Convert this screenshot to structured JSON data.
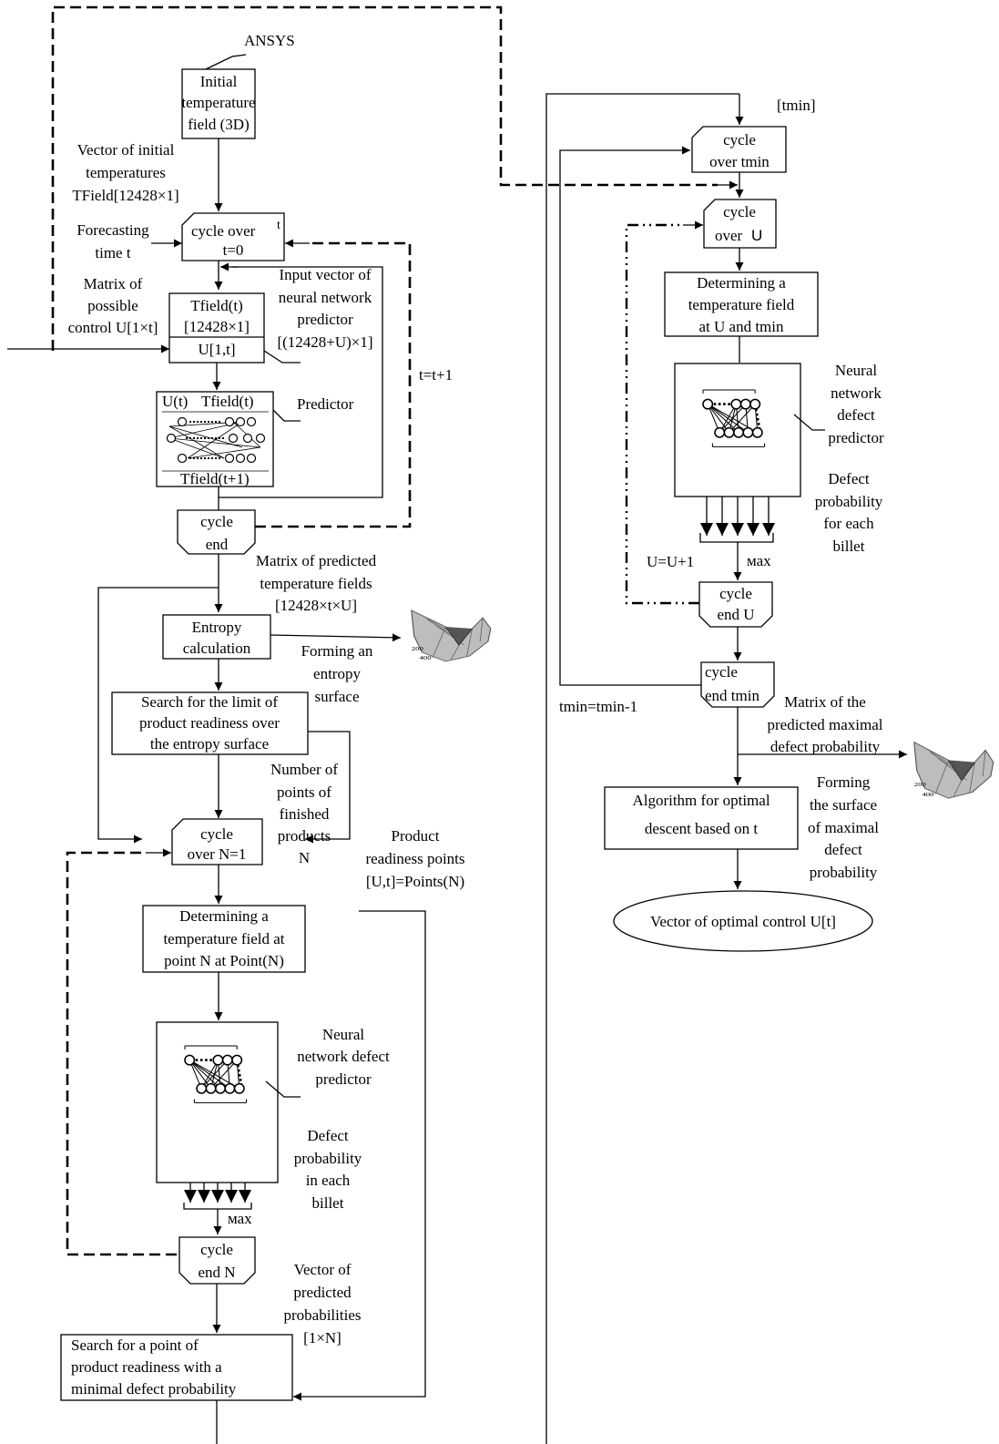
{
  "labels": {
    "ansys": "ANSYS",
    "initial_field": [
      "Initial",
      "temperature",
      "field (3D)"
    ],
    "vector_initial": [
      "Vector of initial",
      "temperatures",
      "TField[12428×1]"
    ],
    "forecasting_time": [
      "Forecasting",
      "time t"
    ],
    "cycle_over_t": [
      "cycle over",
      "t",
      "t=0"
    ],
    "matrix_possible": [
      "Matrix of",
      "possible",
      "control U[1×t]"
    ],
    "input_vector": [
      "Input vector of",
      "neural network",
      "predictor",
      "[(12428+U)×1]"
    ],
    "tfield_box": [
      "Tfield(t)",
      "[12428×1]",
      "U[1,t]"
    ],
    "t_increment": "t=t+1",
    "predictor_label": "Predictor",
    "predictor_box": [
      "U(t)",
      "Tfield(t)",
      "Tfield(t+1)"
    ],
    "cycle_end_t": [
      "cycle",
      "end"
    ],
    "matrix_predicted": [
      "Matrix of predicted",
      "temperature fields",
      "[12428×t×U]"
    ],
    "entropy_calc": [
      "Entropy",
      "calculation"
    ],
    "forming_entropy": [
      "Forming an",
      "entropy",
      "surface"
    ],
    "search_limit": [
      "Search for the limit of",
      "product readiness over",
      "the entropy surface"
    ],
    "number_points": [
      "Number of",
      "points of",
      "finished",
      "products",
      "N"
    ],
    "product_readiness": [
      "Product",
      "readiness points",
      "[U,t]=Points(N)"
    ],
    "cycle_over_n": [
      "cycle",
      "over N=1"
    ],
    "determining_n": [
      "Determining a",
      "temperature field at",
      "point  N at Point(N)"
    ],
    "nn_defect_left": [
      "Neural",
      "network defect",
      "predictor"
    ],
    "defect_prob_left": [
      "Defect",
      "probability",
      "in each",
      "billet"
    ],
    "max_left": "мах",
    "cycle_end_n": [
      "cycle",
      "end N"
    ],
    "vector_predicted": [
      "Vector of",
      "predicted",
      "probabilities",
      "[1×N]"
    ],
    "search_point": [
      "Search for a point of",
      "product readiness with a",
      "minimal defect probability"
    ],
    "tmin_bracket": "[tmin]",
    "cycle_over_tmin": [
      "cycle",
      "over tmin"
    ],
    "cycle_over_u": [
      "cycle",
      "over ",
      "U"
    ],
    "determining_u": [
      "Determining a",
      "temperature field",
      "at  U and tmin"
    ],
    "nn_defect_right": [
      "Neural",
      "network",
      "defect",
      "predictor"
    ],
    "defect_prob_right": [
      "Defect",
      "probability",
      "for each",
      "billet"
    ],
    "u_increment": "U=U+1",
    "max_right": "мах",
    "cycle_end_u": [
      "cycle",
      "end U"
    ],
    "cycle_end_tmin": [
      "cycle",
      "end tmin"
    ],
    "tmin_decrement": "tmin=tmin-1",
    "matrix_maximal": [
      "Matrix of the",
      "predicted maximal",
      "defect probability"
    ],
    "forming_surface": [
      "Forming",
      "the surface",
      "of maximal",
      "defect",
      "probability"
    ],
    "algorithm": [
      "Algorithm for optimal",
      "descent based on t"
    ],
    "vector_optimal": "Vector of optimal control U[t]"
  }
}
